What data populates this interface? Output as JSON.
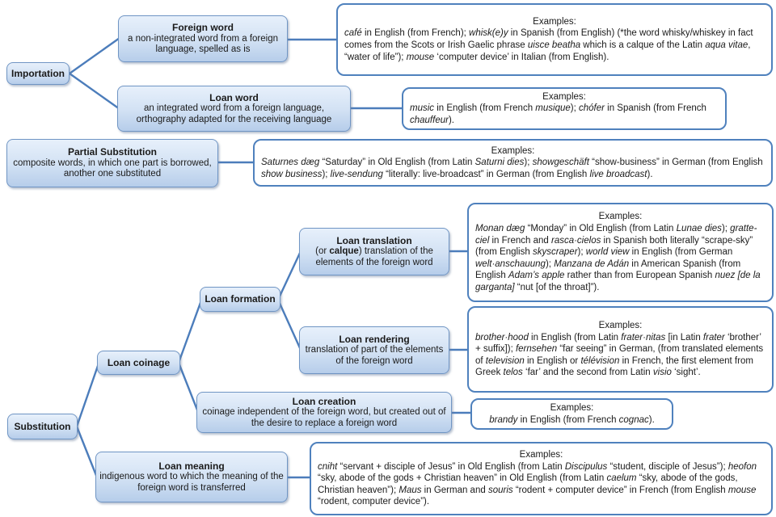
{
  "diagram": {
    "colors": {
      "node-border": "#7095c4",
      "node-top": "#e7f0fb",
      "node-bottom": "#b6cdea",
      "example-border": "#4f81bd",
      "connector": "#4c7dbb",
      "text": "#1a1a1a"
    },
    "nodes": {
      "importation": {
        "title": "Importation"
      },
      "foreign_word": {
        "title": "Foreign word",
        "body": "a non-integrated word from a foreign language, spelled as is"
      },
      "loan_word": {
        "title": "Loan word",
        "body": "an integrated word from a foreign language, orthography adapted for the receiving language"
      },
      "partial_substitution": {
        "title": "Partial Substitution",
        "body": "composite words, in which one part is borrowed, another one substituted"
      },
      "substitution": {
        "title": "Substitution"
      },
      "loan_coinage": {
        "title": "Loan coinage"
      },
      "loan_formation": {
        "title": "Loan formation"
      },
      "loan_translation": {
        "title": "Loan translation",
        "body_rich": [
          {
            "t": "(or "
          },
          {
            "t": "calque",
            "b": true
          },
          {
            "t": ") translation of the elements of the foreign word"
          }
        ]
      },
      "loan_rendering": {
        "title": "Loan rendering",
        "body": "translation of part of the elements of the foreign word"
      },
      "loan_creation": {
        "title": "Loan creation",
        "body": "coinage independent of the foreign word, but created out of the desire to replace a foreign word"
      },
      "loan_meaning": {
        "title": "Loan meaning",
        "body": "indigenous word to which the meaning of the foreign word is transferred"
      }
    },
    "examples": {
      "heading": "Examples:",
      "foreign_word": [
        {
          "t": "café",
          "i": true
        },
        {
          "t": " in English (from French); "
        },
        {
          "t": "whisk(e)y",
          "i": true
        },
        {
          "t": " in Spanish (from English) (*the word whisky/whiskey in fact comes from the Scots or Irish Gaelic phrase "
        },
        {
          "t": "uisce beatha",
          "i": true
        },
        {
          "t": " which is a calque of the Latin "
        },
        {
          "t": "aqua vitae",
          "i": true
        },
        {
          "t": ", “water of life”); "
        },
        {
          "t": "mouse",
          "i": true
        },
        {
          "t": " ‘computer device’ in Italian (from English)."
        }
      ],
      "loan_word": [
        {
          "t": "music",
          "i": true
        },
        {
          "t": " in English (from French "
        },
        {
          "t": "musique",
          "i": true
        },
        {
          "t": "); "
        },
        {
          "t": "chófer",
          "i": true
        },
        {
          "t": " in Spanish (from French "
        },
        {
          "t": "chauffeur",
          "i": true
        },
        {
          "t": ")."
        }
      ],
      "partial_substitution": [
        {
          "t": "Saturnes dæg",
          "i": true
        },
        {
          "t": " “Saturday” in Old English (from Latin "
        },
        {
          "t": "Saturni dies",
          "i": true
        },
        {
          "t": "); "
        },
        {
          "t": "showgeschäft",
          "i": true
        },
        {
          "t": " “show-business” in German (from English "
        },
        {
          "t": "show business",
          "i": true
        },
        {
          "t": "); "
        },
        {
          "t": "live-sendung",
          "i": true
        },
        {
          "t": " “literally: live-broadcast” in German (from English "
        },
        {
          "t": "live broadcast",
          "i": true
        },
        {
          "t": ")."
        }
      ],
      "loan_translation": [
        {
          "t": "Monan dæg",
          "i": true
        },
        {
          "t": " “Monday” in Old English (from Latin "
        },
        {
          "t": "Lunae dies",
          "i": true
        },
        {
          "t": "); "
        },
        {
          "t": "gratte-ciel",
          "i": true
        },
        {
          "t": " in French and "
        },
        {
          "t": "rasca·cielos",
          "i": true
        },
        {
          "t": " in Spanish both literally “scrape-sky” (from English "
        },
        {
          "t": "skyscraper",
          "i": true
        },
        {
          "t": "); "
        },
        {
          "t": "world view",
          "i": true
        },
        {
          "t": " in English (from German "
        },
        {
          "t": "welt·anschauung",
          "i": true
        },
        {
          "t": "); "
        },
        {
          "t": "Manzana de Adán",
          "i": true
        },
        {
          "t": " in American Spanish (from English "
        },
        {
          "t": "Adam’s apple",
          "i": true
        },
        {
          "t": " rather than from European Spanish "
        },
        {
          "t": "nuez [de la garganta]",
          "i": true
        },
        {
          "t": " “nut [of the throat]”)."
        }
      ],
      "loan_rendering": [
        {
          "t": "brother·hood",
          "i": true
        },
        {
          "t": " in English (from Latin "
        },
        {
          "t": "frater·nitas",
          "i": true
        },
        {
          "t": " [in Latin "
        },
        {
          "t": "frater",
          "i": true
        },
        {
          "t": " ‘brother’ + suffix]); "
        },
        {
          "t": "fernsehen",
          "i": true
        },
        {
          "t": " “far seeing” in German, (from translated elements of "
        },
        {
          "t": "television",
          "i": true
        },
        {
          "t": " in English or "
        },
        {
          "t": "télévision",
          "i": true
        },
        {
          "t": " in French, the first element from Greek "
        },
        {
          "t": "telos",
          "i": true
        },
        {
          "t": " ‘far’ and the second from Latin "
        },
        {
          "t": "visio",
          "i": true
        },
        {
          "t": " ‘sight’."
        }
      ],
      "loan_creation": [
        {
          "t": "brandy",
          "i": true
        },
        {
          "t": " in English (from French "
        },
        {
          "t": "cognac",
          "i": true
        },
        {
          "t": ")."
        }
      ],
      "loan_meaning": [
        {
          "t": "cniht",
          "i": true
        },
        {
          "t": " “servant + disciple of Jesus” in Old English (from Latin "
        },
        {
          "t": "Discipulus",
          "i": true
        },
        {
          "t": " “student, disciple of Jesus”); "
        },
        {
          "t": "heofon",
          "i": true
        },
        {
          "t": " “sky, abode of the gods + Christian heaven” in Old English (from Latin "
        },
        {
          "t": "caelum",
          "i": true
        },
        {
          "t": " “sky, abode of the gods, Christian heaven”); "
        },
        {
          "t": "Maus",
          "i": true
        },
        {
          "t": " in German and "
        },
        {
          "t": "souris",
          "i": true
        },
        {
          "t": " “rodent + computer device” in French (from English "
        },
        {
          "t": "mouse",
          "i": true
        },
        {
          "t": " “rodent, computer device”)."
        }
      ]
    }
  }
}
